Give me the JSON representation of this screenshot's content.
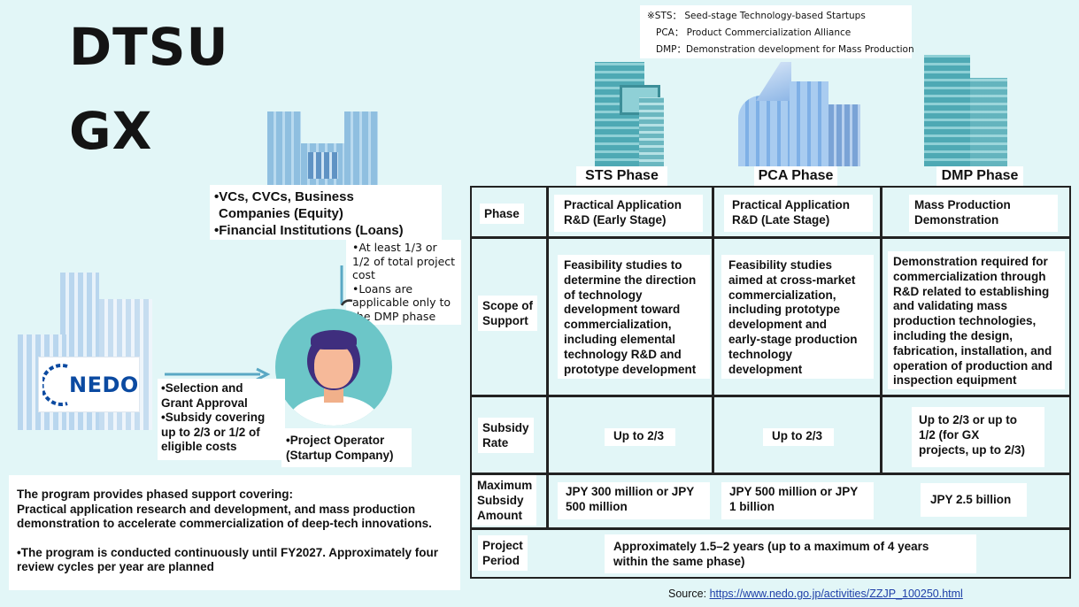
{
  "title": {
    "line1": "DTSU",
    "line2": "GX"
  },
  "glossary": [
    "※STS： Seed-stage Technology-based Startups",
    "PCA： Product Commercialization Alliance",
    "DMP：Demonstration development for Mass Production"
  ],
  "phases": [
    "STS Phase",
    "PCA Phase",
    "DMP Phase"
  ],
  "investors": {
    "line1": "•VCs, CVCs, Business",
    "line2": "Companies (Equity)",
    "line3": "•Financial Institutions (Loans)"
  },
  "investor_note": [
    "•At least 1/3 or",
    "1/2 of total project",
    "cost",
    "•Loans are",
    "applicable only to",
    "the DMP phase"
  ],
  "nedo": {
    "logo_text": "NEDO"
  },
  "selection_note": [
    "•Selection and",
    "Grant Approval",
    "•Subsidy covering",
    "up to 2/3 or 1/2 of",
    "eligible costs"
  ],
  "operator": {
    "line1": "•Project Operator",
    "line2": "(Startup Company)"
  },
  "summary": {
    "para1": [
      "The program provides phased support covering:",
      "Practical application research and development, and mass production",
      "demonstration to accelerate commercialization of deep-tech innovations."
    ],
    "para2": [
      "•The program is conducted continuously until FY2027. Approximately four",
      "review cycles per year are planned"
    ]
  },
  "table": {
    "row_labels": {
      "phase": [
        "Phase"
      ],
      "scope": [
        "Scope of",
        "Support"
      ],
      "rate": [
        "Subsidy",
        "Rate"
      ],
      "amount": [
        "Maximum",
        "Subsidy",
        "Amount"
      ],
      "period": [
        "Project",
        "Period"
      ]
    },
    "phase_row": [
      [
        "Practical Application",
        "R&D (Early Stage)"
      ],
      [
        "Practical Application",
        "R&D (Late Stage)"
      ],
      [
        "Mass Production",
        "Demonstration"
      ]
    ],
    "scope_row": [
      [
        "Feasibility studies to",
        "determine the direction",
        "of technology",
        "development toward",
        "commercialization,",
        "including elemental",
        "technology R&D and",
        "prototype development"
      ],
      [
        "Feasibility studies",
        "aimed at cross-market",
        "commercialization,",
        "including prototype",
        "development and",
        "early-stage production",
        "technology",
        "development"
      ],
      [
        "Demonstration required for",
        "commercialization through",
        "R&D related to establishing",
        "and validating mass",
        "production technologies,",
        "including the design,",
        "fabrication, installation, and",
        "operation of production and",
        "inspection equipment"
      ]
    ],
    "rate_row": [
      [
        "Up to 2/3"
      ],
      [
        "Up to 2/3"
      ],
      [
        "Up to 2/3 or up to",
        "1/2 (for GX",
        "projects, up to 2/3)"
      ]
    ],
    "amount_row": [
      [
        "JPY 300 million or JPY",
        "500 million"
      ],
      [
        "JPY 500 million or JPY",
        "1 billion"
      ],
      [
        "JPY 2.5 billion"
      ]
    ],
    "period_row": [
      "Approximately 1.5–2 years (up to a maximum of 4 years",
      "within the same phase)"
    ]
  },
  "source": {
    "label": "Source: ",
    "url": "https://www.nedo.go.jp/activities/ZZJP_100250.html"
  },
  "colors": {
    "background": "#e2f6f7",
    "teal": "#6cc6c8",
    "nedo_blue": "#0b4aa1",
    "link": "#1e3fa8"
  }
}
